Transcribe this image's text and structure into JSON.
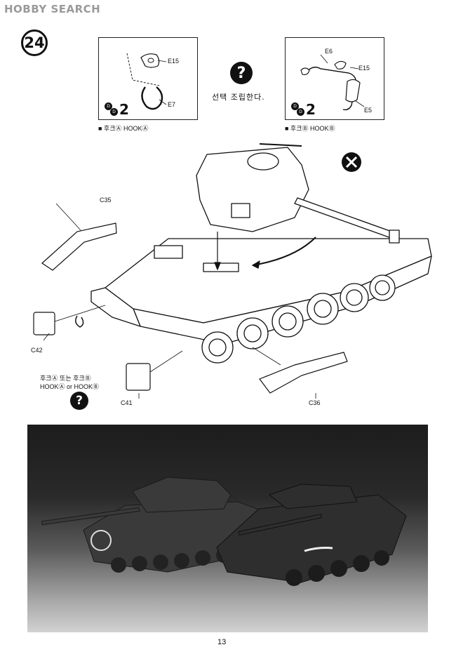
{
  "watermark": {
    "brand": "HOBBY",
    "suffix": "SEARCH"
  },
  "step": {
    "number": "24"
  },
  "inset_left": {
    "parts": [
      "E15",
      "E7"
    ],
    "paint": {
      "letters": [
        "D",
        "D"
      ],
      "count": "2"
    },
    "caption": "■ 후크Ⓐ  HOOKⒶ"
  },
  "inset_right": {
    "parts": [
      "E6",
      "E15",
      "E5"
    ],
    "paint": {
      "letters": [
        "D",
        "D"
      ],
      "count": "2"
    },
    "caption": "■ 후크Ⓑ  HOOKⒷ"
  },
  "optional": {
    "symbol": "?",
    "text": "선택 조립한다."
  },
  "no_glue_icon": "no-glue-icon",
  "main_parts": {
    "c35": "C35",
    "c42": "C42",
    "c41": "C41",
    "c36": "C36"
  },
  "hook_choice": {
    "line1": "후크Ⓐ 또는 후크Ⓑ",
    "line2": "HOOKⒶ or HOOKⒷ",
    "symbol": "?"
  },
  "page_number": "13"
}
